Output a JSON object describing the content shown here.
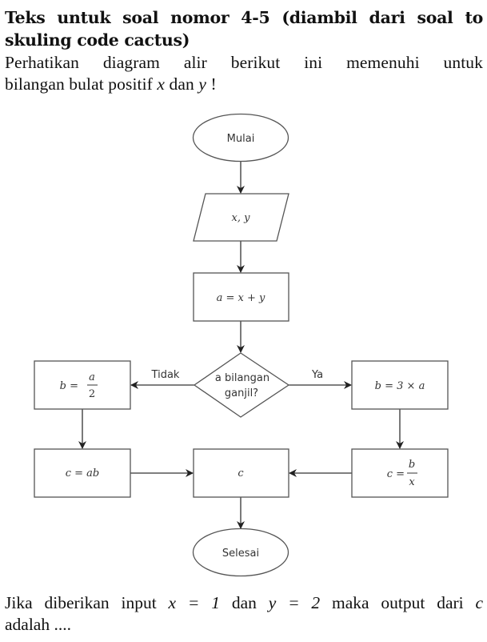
{
  "heading": {
    "line1": "Teks untuk soal nomor 4-5 (diambil dari soal to",
    "line2": "skuling code cactus)"
  },
  "intro": {
    "line1": "Perhatikan diagram alir berikut ini memenuhi untuk",
    "line2_pre": "bilangan bulat positif ",
    "var_x": "x",
    "mid": " dan ",
    "var_y": "y",
    "end": " !"
  },
  "flowchart": {
    "start": "Mulai",
    "input": "x, y",
    "process_sum": "a = x + y",
    "decision_line1": "a bilangan",
    "decision_line2": "ganjil?",
    "branch_no": "Tidak",
    "branch_yes": "Ya",
    "no_b_lhs": "b =",
    "no_b_num": "a",
    "no_b_den": "2",
    "no_c": "c = ab",
    "yes_b": "b = 3 × a",
    "yes_c_lhs": "c =",
    "yes_c_num": "b",
    "yes_c_den": "x",
    "output": "c",
    "end": "Selesai"
  },
  "question": {
    "line1_pre": "Jika diberikan input ",
    "eq1": "x = 1",
    "mid": " dan ",
    "eq2": "y = 2",
    "post": " maka output dari ",
    "var_c": "c",
    "line2": "adalah ...."
  }
}
